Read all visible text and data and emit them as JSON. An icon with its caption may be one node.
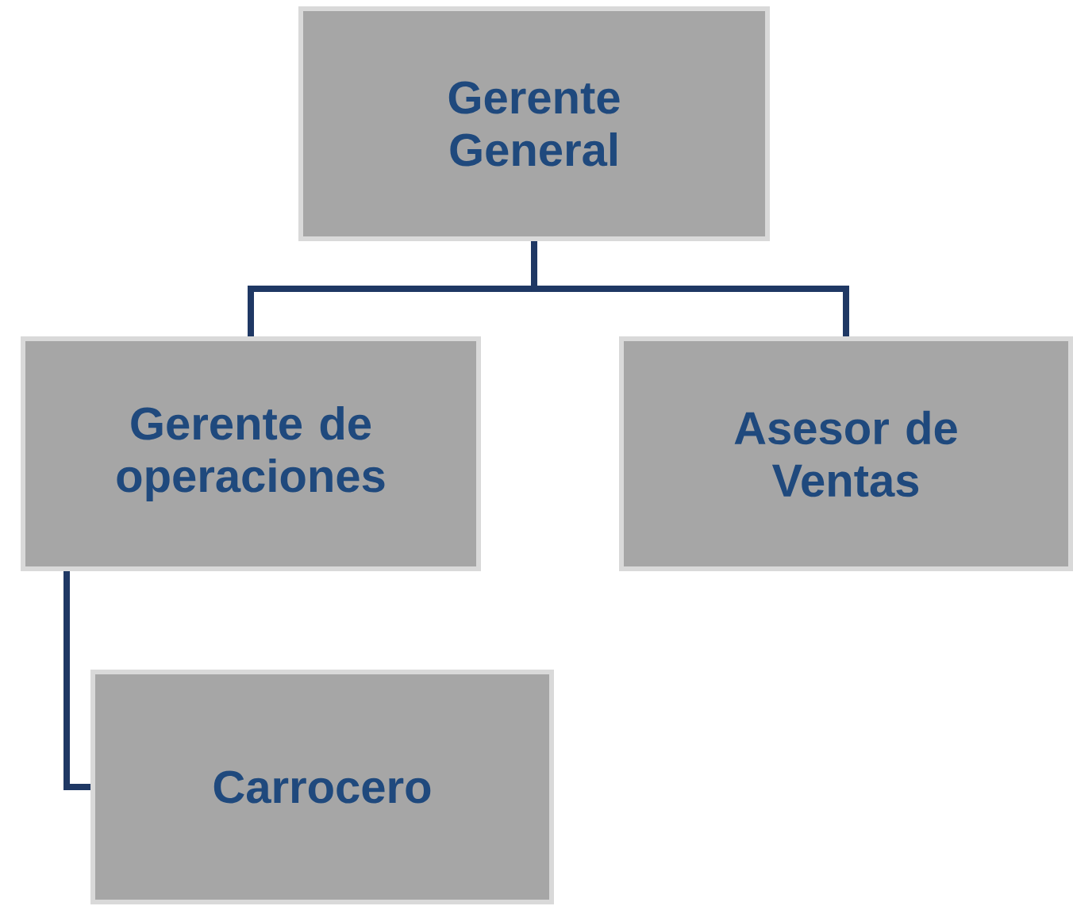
{
  "diagram": {
    "nodes": [
      {
        "text": [
          "Gerente General"
        ]
      },
      {
        "text": [
          "Gerente de operaciones"
        ]
      },
      {
        "text": [
          "Asesor de Ventas"
        ]
      },
      {
        "text": [
          "Carrocero"
        ]
      }
    ],
    "edges": [
      {
        "from": 0,
        "to": 1,
        "arrow": "none"
      },
      {
        "from": 0,
        "to": 2,
        "arrow": "none"
      },
      {
        "from": 1,
        "to": 3,
        "arrow": "none"
      }
    ]
  }
}
